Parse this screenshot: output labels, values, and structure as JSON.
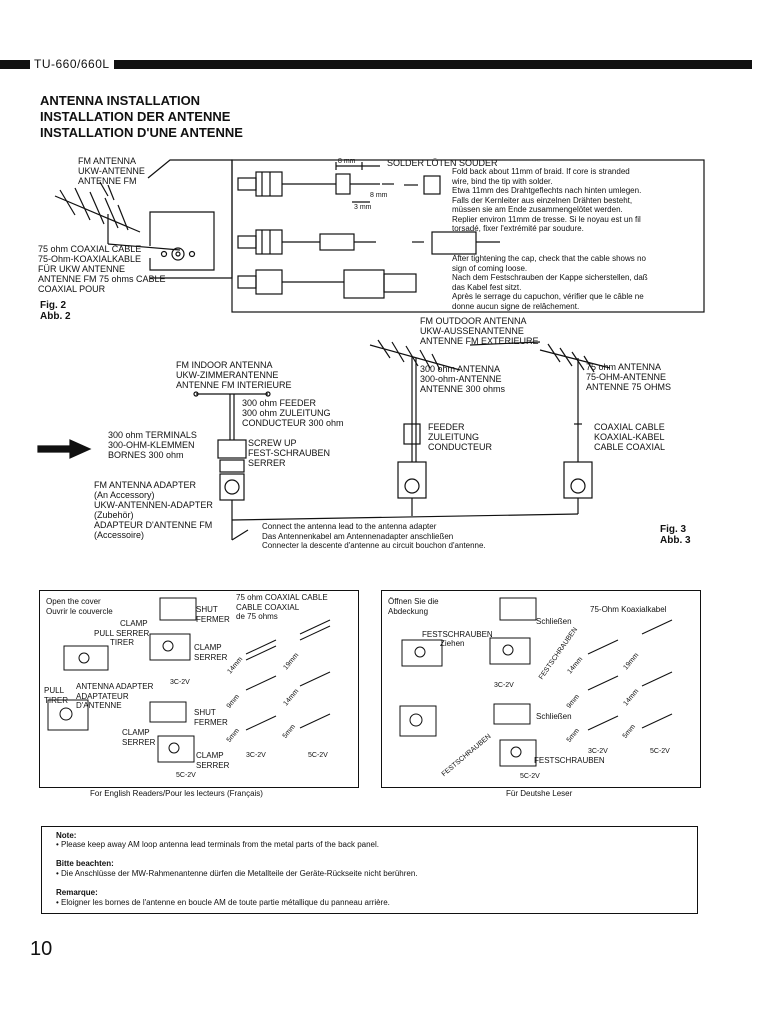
{
  "header": {
    "model": "TU-660/660L"
  },
  "titles": [
    "ANTENNA INSTALLATION",
    "INSTALLATION DER ANTENNE",
    "INSTALLATION D'UNE ANTENNE"
  ],
  "fig2": {
    "fm_antenna": [
      "FM ANTENNA",
      "UKW-ANTENNE",
      "ANTENNE FM"
    ],
    "coax": [
      "75 ohm COAXIAL CABLE",
      "75-Ohm-KOAXIALKABLE",
      "FÜR UKW ANTENNE",
      "ANTENNE FM 75 ohms CABLE",
      "COAXIAL POUR"
    ],
    "label": [
      "Fig. 2",
      "Abb. 2"
    ],
    "dim_8mm_top": "8 mm",
    "dim_8mm": "8 mm",
    "dim_3mm": "3 mm",
    "solder_header": "SOLDER LÖTEN SOUDER",
    "solder_text": [
      "Fold back about 11mm of braid. If core is stranded",
      "wire, bind the tip with solder.",
      "Etwa 11mm des Drahtgeflechts nach hinten umlegen.",
      "Falls der Kernleiter aus einzelnen Drähten besteht,",
      "müssen sie am Ende zusammengelötet werden.",
      "Replier environ 11mm de tresse. Si le noyau est un fil",
      "torsadé, fixer l'extrémité par soudure."
    ],
    "cap_text": [
      "After tightening the cap, check that the cable shows no",
      "sign of coming loose.",
      "Nach dem Festschrauben der Kappe sicherstellen, daß",
      "das Kabel fest sitzt.",
      "Après le serrage du capuchon, vérifier que le câble ne",
      "donne aucun signe de relâchement."
    ]
  },
  "fig3": {
    "indoor": [
      "FM INDOOR ANTENNA",
      "UKW-ZIMMERANTENNE",
      "ANTENNE FM INTERIEURE"
    ],
    "feeder300": [
      "300 ohm FEEDER",
      "300 ohm ZULEITUNG",
      "CONDUCTEUR 300 ohm"
    ],
    "terminals": [
      "300 ohm TERMINALS",
      "300-OHM-KLEMMEN",
      "BORNES 300 ohm"
    ],
    "screw": [
      "SCREW UP",
      "FEST-SCHRAUBEN",
      "SERRER"
    ],
    "outdoor": [
      "FM OUTDOOR ANTENNA",
      "UKW-AUSSENANTENNE",
      "ANTENNE FM EXTERIEURE"
    ],
    "ant300": [
      "300 ohm ANTENNA",
      "300-ohm-ANTENNE",
      "ANTENNE 300 ohms"
    ],
    "ant75": [
      "75 ohm ANTENNA",
      "75-OHM-ANTENNE",
      "ANTENNE 75 OHMS"
    ],
    "feeder": [
      "FEEDER",
      "ZULEITUNG",
      "CONDUCTEUR"
    ],
    "coax_cable": [
      "COAXIAL CABLE",
      "KOAXIAL-KABEL",
      "CABLE COAXIAL"
    ],
    "adapter": [
      "FM ANTENNA ADAPTER",
      "(An Accessory)",
      "UKW-ANTENNEN-ADAPTER",
      "(Zubehör)",
      "ADAPTEUR D'ANTENNE FM",
      "(Accessoire)"
    ],
    "connect": [
      "Connect the antenna lead to the antenna adapter",
      "Das Antennenkabel am Antennenadapter anschließen",
      "Connecter la descente d'antenne au circuit bouchon d'antenne."
    ],
    "label": [
      "Fig. 3",
      "Abb. 3"
    ]
  },
  "panel_en": {
    "open_cover": [
      "Open the cover",
      "Ouvrir le couvercle"
    ],
    "coax": [
      "75 ohm COAXIAL CABLE",
      "CABLE COAXIAL",
      "de 75 ohms"
    ],
    "shut": [
      "SHUT",
      "FERMER"
    ],
    "clamp": "CLAMP",
    "pull_serrer": "PULL SERRER",
    "tirer": "TIRER",
    "clamp2": [
      "CLAMP",
      "SERRER"
    ],
    "adapter": [
      "ANTENNA ADAPTER",
      "ADAPTATEUR",
      "D'ANTENNE"
    ],
    "pull_tirer": [
      "PULL",
      "TIRER"
    ],
    "shut2": [
      "SHUT",
      "FERMER"
    ],
    "clamp3": [
      "CLAMP",
      "SERRER"
    ],
    "clamp4": [
      "CLAMP",
      "SERRER"
    ],
    "m14": "14mm",
    "m19": "19mm",
    "m9": "9mm",
    "m14b": "14mm",
    "m5": "5mm",
    "m5b": "5mm",
    "c3": "3C-2V",
    "c3b": "3C-2V",
    "c5": "5C-2V",
    "c5b": "5C-2V",
    "caption": "For English Readers/Pour les lecteurs (Français)"
  },
  "panel_de": {
    "open": [
      "Öffnen Sie die",
      "Abdeckung"
    ],
    "coax": "75-Ohm Koaxialkabel",
    "schliessen": "Schließen",
    "fest": "FESTSCHRAUBEN",
    "ziehen": "Ziehen",
    "fest_diag": "FESTSCHRAUBEN",
    "c3": "3C-2V",
    "schliessen2": "Schließen",
    "fest_diag2": "FESTSCHRAUBEN",
    "fest2": "FESTSCHRAUBEN",
    "m14": "14mm",
    "m19": "19mm",
    "m9": "9mm",
    "m14b": "14mm",
    "m5": "5mm",
    "m5b": "5mm",
    "c3b": "3C-2V",
    "c5": "5C-2V",
    "c5b": "5C-2V",
    "caption": "Für Deutshe Leser"
  },
  "notes": {
    "h_en": "Note:",
    "t_en": "•  Please keep away AM loop antenna lead terminals from the metal parts of the back panel.",
    "h_de": "Bitte beachten:",
    "t_de": "• Die Anschlüsse der MW-Rahmenantenne dürfen die Metallteile der Geräte-Rückseite nicht berühren.",
    "h_fr": "Remarque:",
    "t_fr": "•  Eloigner les bornes de l'antenne en boucle AM de toute partie métallique du panneau arrière."
  },
  "page_number": "10"
}
